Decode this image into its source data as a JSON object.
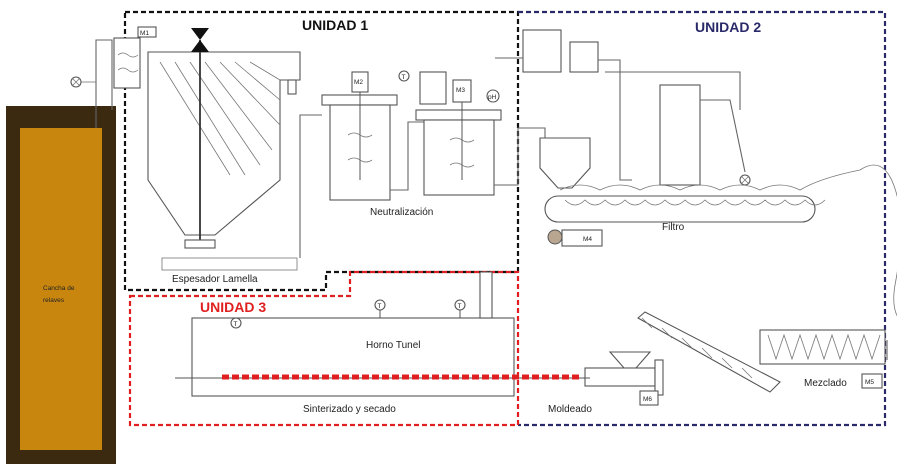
{
  "units": {
    "u1": {
      "label": "UNIDAD 1",
      "color": "#111111"
    },
    "u2": {
      "label": "UNIDAD 2",
      "color": "#2a2a6a"
    },
    "u3": {
      "label": "UNIDAD 3",
      "color": "#e02020"
    }
  },
  "labels": {
    "cancha": [
      "Cancha de",
      "relaves"
    ],
    "espesador": "Espesador Lamella",
    "neutralizacion": "Neutralización",
    "filtro": "Filtro",
    "horno": "Horno Tunel",
    "sinterizado": "Sinterizado y secado",
    "moldeado": "Moldeado",
    "mezclado": "Mezclado"
  },
  "motors": [
    "M1",
    "M2",
    "M3",
    "M4",
    "M5",
    "M6"
  ],
  "gauges": {
    "temperature": "T",
    "ph": "pH"
  },
  "colors": {
    "tank": "#c8860f",
    "tank_dark": "#3b2a10",
    "heater": "#e02020"
  }
}
